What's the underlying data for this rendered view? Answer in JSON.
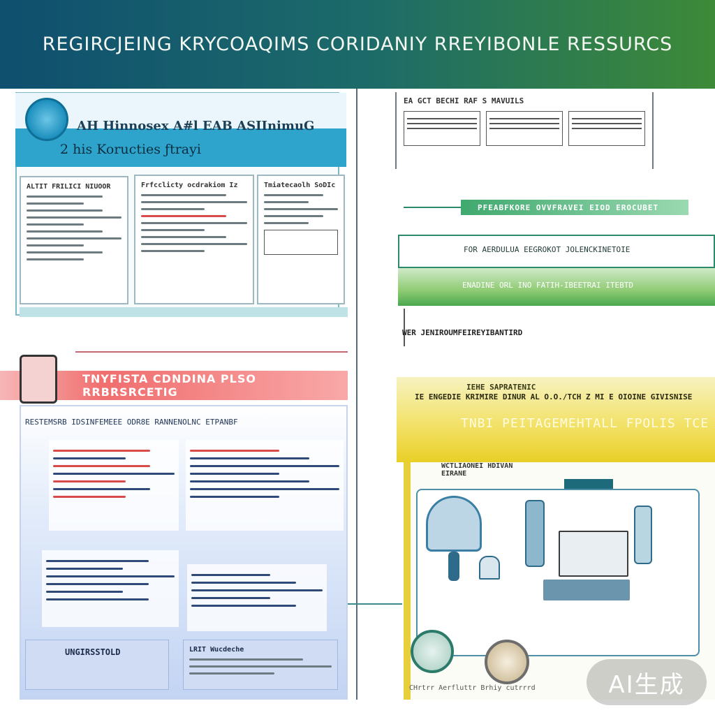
{
  "header": {
    "title": "REGIRCJEING KRYCOAQIMS CORIDANIY RREYIBONLE RESSURCS"
  },
  "left": {
    "banner_top": "AH Hinnosex A#l EAB ASIInimuG",
    "banner_sub": "2 his Koructies ƒtrayi",
    "cards": [
      {
        "title": "ALTIT FRILICI NIUOOR"
      },
      {
        "title": "Frfcclicty ocdrakiom Iz"
      },
      {
        "title": "Tmiatecaolh SoDIc"
      }
    ],
    "red_banner": "TNYFISTA CDNDINA PLSO RRBRSRCETIG",
    "blue_sub": "RESTEMSRB IDSINFEMEEE ODR8E RANNENOLNC ETPANBF",
    "foot_left": "UNGIRSSTOLD",
    "foot_right": "LRIT Wucdeche"
  },
  "right": {
    "top_title": "EA GCT BECHI  RAF S MAVUILS",
    "green_bar": "PFEABFKORE OVVFRAVEI EIOD  EROCUBET",
    "frame1": "FOR AERDULUA EEGROKOT JOLENCKINETOIE",
    "green_band": "ENADINE ORL INO FATIH-IBEETRAI ITEBTD",
    "note": "WER JENIROUMFEIREYIBANTIRD",
    "yellow_a": "IEHE SAPRATENIC",
    "yellow_b": "IE ENGEDIE KRIMIRE DINUR AL O.O./TCH Z MI E  OIOINE GIVISNISE",
    "yellow_c": "TNBI PEITAGEMEHTALL FPOLIS TCE",
    "illu_title": "WCTLIAONEI HDIVAN EIRANE",
    "caption": "CHrtrr Aerfluttr  Brhiy cutrrrd"
  },
  "watermark": "AI生成",
  "colors": {
    "header_start": "#0f4f6f",
    "header_end": "#3d8a38",
    "teal": "#2ea4cd",
    "red": "#f06e6e",
    "blue": "#c3d4f3",
    "green": "#4aa84e",
    "yellow": "#e9cf26"
  }
}
